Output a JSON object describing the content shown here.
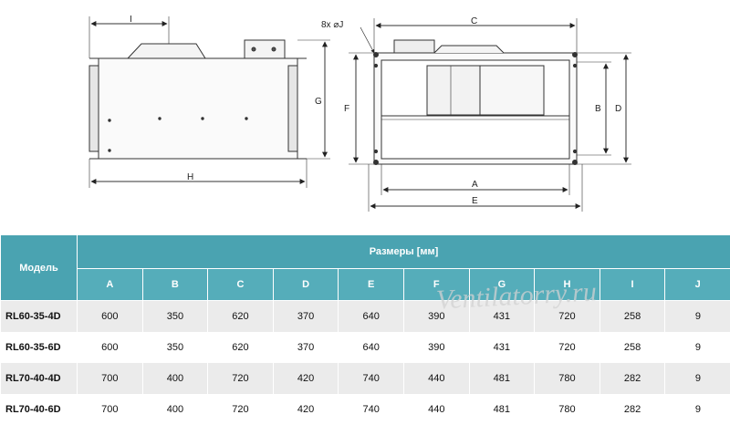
{
  "drawing": {
    "side_view": {
      "dim_I": "I",
      "dim_G": "G",
      "dim_H": "H"
    },
    "front_view": {
      "dim_holes": "8x ⌀J",
      "dim_C": "C",
      "dim_F": "F",
      "dim_B": "B",
      "dim_D": "D",
      "dim_A": "A",
      "dim_E": "E"
    }
  },
  "table": {
    "model_header": "Модель",
    "dimensions_header": "Размеры [мм]",
    "columns": [
      "A",
      "B",
      "C",
      "D",
      "E",
      "F",
      "G",
      "H",
      "I",
      "J"
    ],
    "rows": [
      {
        "model": "RL60-35-4D",
        "values": [
          "600",
          "350",
          "620",
          "370",
          "640",
          "390",
          "431",
          "720",
          "258",
          "9"
        ]
      },
      {
        "model": "RL60-35-6D",
        "values": [
          "600",
          "350",
          "620",
          "370",
          "640",
          "390",
          "431",
          "720",
          "258",
          "9"
        ]
      },
      {
        "model": "RL70-40-4D",
        "values": [
          "700",
          "400",
          "720",
          "420",
          "740",
          "440",
          "481",
          "780",
          "282",
          "9"
        ]
      },
      {
        "model": "RL70-40-6D",
        "values": [
          "700",
          "400",
          "720",
          "420",
          "740",
          "440",
          "481",
          "780",
          "282",
          "9"
        ]
      }
    ]
  },
  "watermark": "Ventilatorry.ru",
  "colors": {
    "header_bg": "#4aa3b1",
    "row_alt": "#ebebeb"
  }
}
